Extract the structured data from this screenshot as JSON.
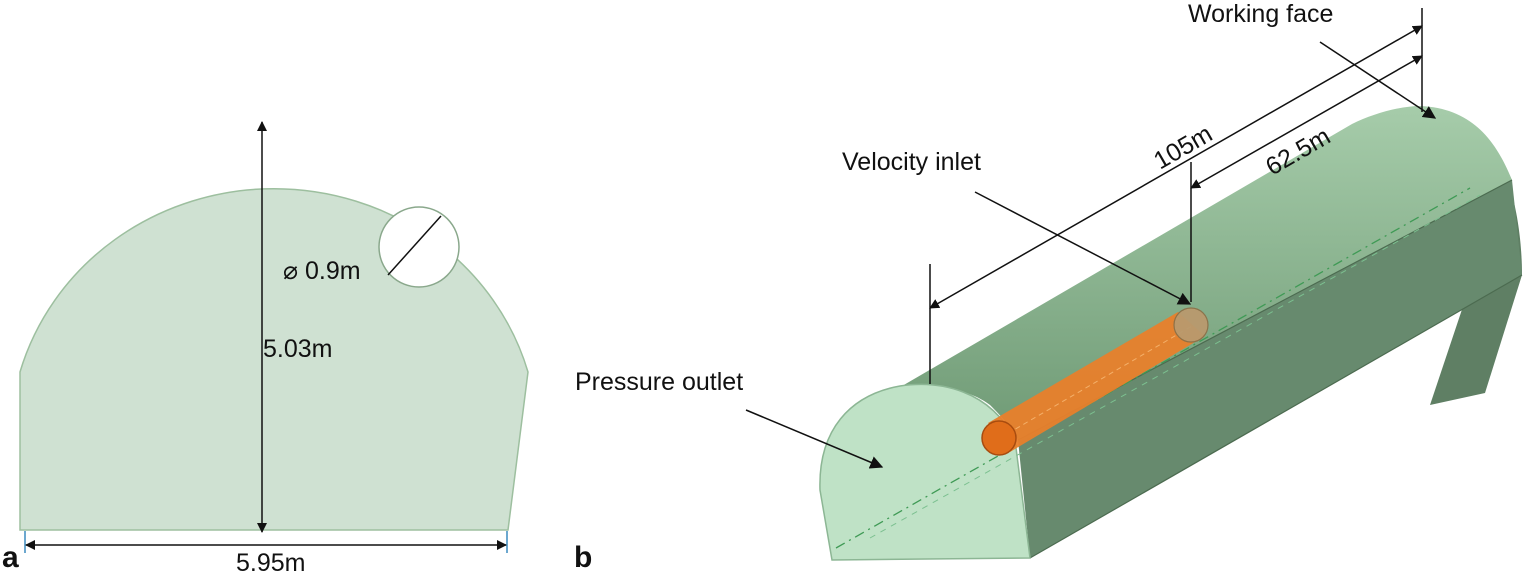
{
  "panel_a": {
    "letter": "a",
    "height_label": "5.03m",
    "width_label": "5.95m",
    "duct_diameter_label": "⌀ 0.9m"
  },
  "panel_b": {
    "letter": "b",
    "working_face_label": "Working face",
    "velocity_inlet_label": "Velocity inlet",
    "pressure_outlet_label": "Pressure outlet",
    "length_105_label": "105m",
    "length_62_label": "62.5m"
  },
  "colors": {
    "section_fill": "#cfe1d2",
    "section_stroke": "#9dbf9f",
    "tunnel_face": "#bfe2c6",
    "tunnel_body_dark": "#678a6e",
    "tunnel_body_light": "#93bd98",
    "duct_orange": "#e8802b",
    "duct_inlet": "#b99a6e"
  }
}
